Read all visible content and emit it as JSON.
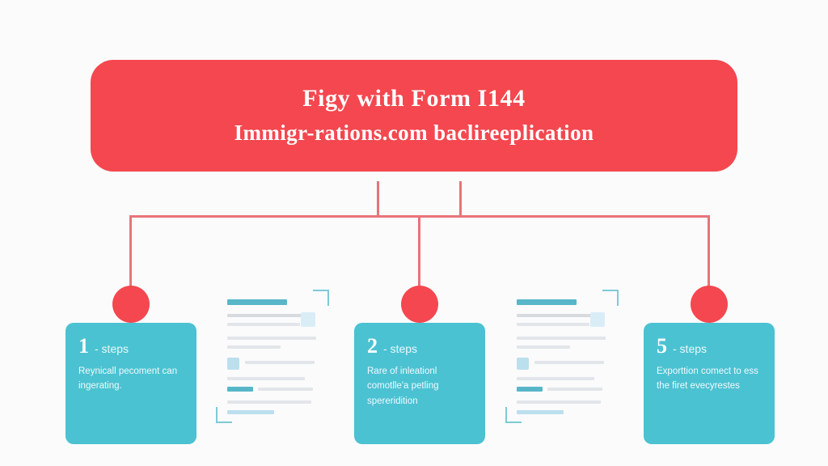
{
  "header": {
    "title": "Figy with Form I144",
    "subtitle": "Immigr-rations.com baclireeplication"
  },
  "steps": [
    {
      "number": "1",
      "label": "- steps",
      "description": "Reynicall pecoment can ingerating."
    },
    {
      "number": "2",
      "label": "- steps",
      "description": "Rare of inleationl comotlle'a petling spereridition"
    },
    {
      "number": "5",
      "label": "- steps",
      "description": "Exporttion comect to ess the firet evecyrestes"
    }
  ],
  "colors": {
    "banner": "#f4474f",
    "node": "#f4474f",
    "connector": "#e8737a",
    "card": "#4bc2d2",
    "background": "#fbfbfc",
    "doc_accent": "#58b6c8"
  },
  "documents": [
    {
      "name": "document-preview-left"
    },
    {
      "name": "document-preview-right"
    }
  ]
}
